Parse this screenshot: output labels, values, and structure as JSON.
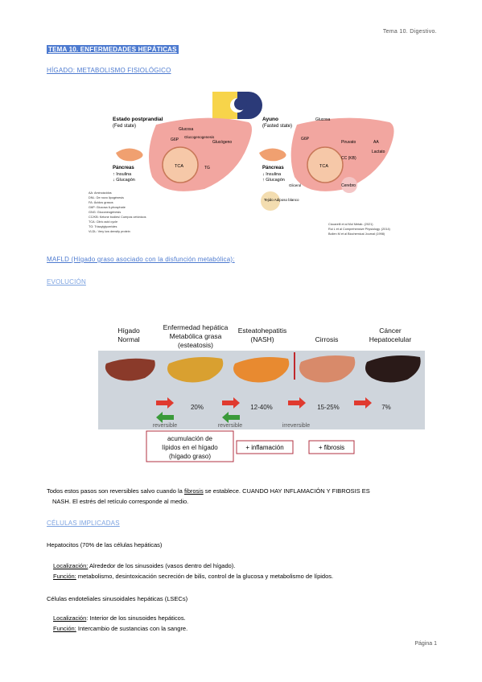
{
  "header": {
    "right": "Tema 10. Digestivo."
  },
  "title": "TEMA 10. ENFERMEDADES HEPÁTICAS",
  "section1": "HÍGADO: METABOLISMO FISIOLÓGICO",
  "fig1": {
    "fed_title": "Estado postprandial",
    "fed_sub": "(Fed state)",
    "fast_title": "Ayuno",
    "fast_sub": "(Fasted state)",
    "pancreas": "Páncreas",
    "insulin_up": "↑ Insulina",
    "glucagon_down": "↓ Glucagón",
    "insulin_down": "↓ Insulina",
    "glucagon_up": "↑ Glucagón",
    "glucosa": "Glucosa",
    "glucagonogenesis": "Glucogenogenesis",
    "glucogeno": "Glucógeno",
    "g6p": "G6P",
    "tg": "TG",
    "tca": "TCA",
    "piruvato": "Piruvato",
    "lactato": "Lactato",
    "cerebro": "Cerebro",
    "aa": "AA",
    "cc": "CC (KB)",
    "tejido": "Tejido Adiposo blanco",
    "glicerol": "Glicerol",
    "legend": [
      "AA: Aminoácidos",
      "DNL: De novo lipogénesis",
      "FA: Ácidos grasos",
      "G6P: Glucosa 6-phosphate",
      "GNG: Gluconeogénesis",
      "CC/KB: Ketone bodies/ Cuerpos cetónicos",
      "TCA: Citric acid cycle",
      "TG: Triacylglycerides",
      "VLDL: Very low density protein"
    ],
    "refs": [
      "Ciccarelli et al Mol Metab. (2021)",
      "Rui L et al Comprehensive Physiology. (2014)",
      "Bollen M et al Biochemical Journal (1998)"
    ]
  },
  "section2": "MAFLD (Hígado graso asociado con la disfunción metabólica):",
  "section3": "EVOLUCIÓN",
  "fig2": {
    "stages": [
      "Hígado Normal",
      "Enfermedad hepática Metabólica grasa (esteatosis)",
      "Esteatohepatitis (NASH)",
      "Cirrosis",
      "Cáncer Hepatocelular"
    ],
    "pcts": [
      "20%",
      "12-40%",
      "15-25%",
      "7%"
    ],
    "rev1": "reversible",
    "rev2": "reversible",
    "irrev": "irreversible",
    "box1": "acumulación de lípidos en el hígado (hígado graso)",
    "box2": "+ inflamación",
    "box3": "+ fibrosis"
  },
  "bullet1_a": "Todos estos pasos son reversibles salvo cuando la ",
  "bullet1_u": "fibrosis",
  "bullet1_b": " se establece. CUANDO HAY INFLAMACIÓN Y FIBROSIS ES",
  "bullet1_c": "NASH. El estrés del retículo corresponde al medio.",
  "section4": "CÉLULAS IMPLICADAS",
  "cells": [
    {
      "name": "Hepatocitos (70% de las células hepáticas)",
      "loc_label": "Localización:",
      "loc": " Alrededor de los sinusoides (vasos dentro del hígado).",
      "fun_label": "Función:",
      "fun": " metabolismo, desintoxicación secreción de bilis, control de la glucosa y metabolismo de lípidos."
    },
    {
      "name": "Células endoteliales sinusoidales hepáticas (LSECs)",
      "loc_label": "Localización",
      "loc": ": Interior de los sinusoides hepáticos.",
      "fun_label": "Función:",
      "fun": " Intercambio de sustancias con la sangre."
    }
  ],
  "footer": "Página 1",
  "colors": {
    "accent": "#4e7bd0",
    "arrow_red": "#e03a2f",
    "arrow_green": "#3a9a3a",
    "box_border": "#b03040"
  }
}
